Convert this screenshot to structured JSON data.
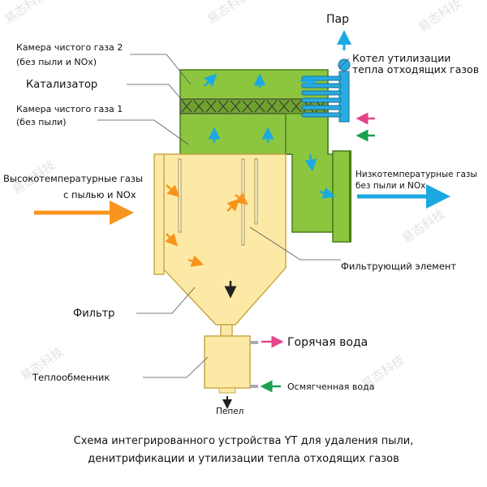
{
  "labels": {
    "steam": "Пар",
    "clean_gas_2_line1": "Камера чистого газа 2",
    "clean_gas_2_line2": "(без пыли и NOx)",
    "catalyst": "Катализатор",
    "clean_gas_1_line1": "Камера чистого газа 1",
    "clean_gas_1_line2": "(без пыли)",
    "boiler_line1": "Котел утилизации",
    "boiler_line2": "тепла отходящих газов",
    "hot_gas_line1": "Высокотемпературные газы",
    "hot_gas_line2": "с пылью и NOx",
    "low_temp_line1": "Низкотемпературные газы",
    "low_temp_line2": "без пыли и NOx",
    "filter_element": "Фильтрующий элемент",
    "filter": "Фильтр",
    "hot_water": "Горячая вода",
    "heat_exchanger": "Теплообменник",
    "soft_water": "Осмягченная вода",
    "ash": "Пепел",
    "caption_line1": "Схема интегрированного устройства YT для удаления пыли,",
    "caption_line2": "денитрификации и утилизации тепла отходящих газов"
  },
  "watermark": "易态科技",
  "colors": {
    "green": "#8cc63f",
    "yellow": "#fde9a6",
    "orange_arrow": "#f7941d",
    "blue_arrow": "#1ba9e1",
    "pink_arrow": "#e4448a",
    "green_arrow": "#1aa051",
    "boiler_blue": "#29abe2"
  }
}
